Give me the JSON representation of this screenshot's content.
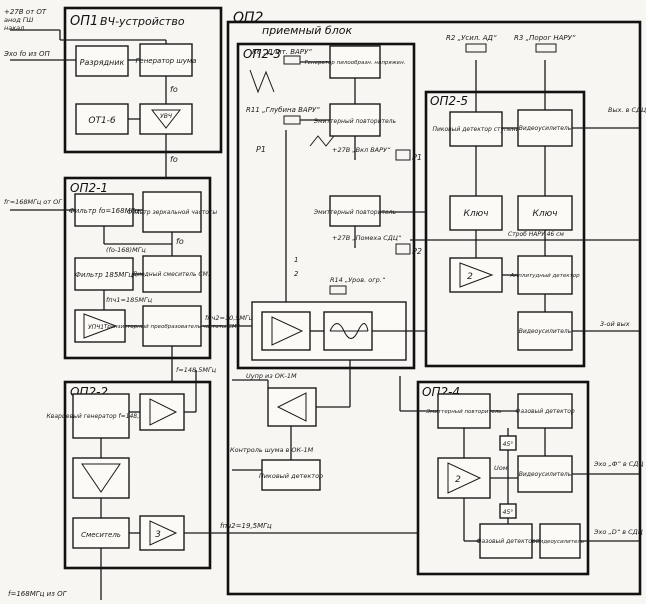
{
  "groups": {
    "op1": {
      "title": "ОП1",
      "subtitle": "ВЧ-устройство"
    },
    "op2": {
      "title": "ОП2",
      "subtitle": "приемный блок"
    },
    "op2_1": {
      "title": "ОП2-1"
    },
    "op2_2": {
      "title": "ОП2-2"
    },
    "op2_3": {
      "title": "ОП2-3"
    },
    "op2_4": {
      "title": "ОП2-4"
    },
    "op2_5": {
      "title": "ОП2-5"
    }
  },
  "blocks": {
    "razryadnik": "Разрядник",
    "gen_shuma": "Генератор шума",
    "ot1_6": "ОТ1-6",
    "uvch": "УВЧ",
    "filtr_168": "Фильтр fo=168МГц",
    "filtr_zerk": "Фильтр зеркальной частоты",
    "filtr_185": "Фильтр 185МГц",
    "diod_sm1": "Диодный смеситель СМ1",
    "upch1": "УПЧ1",
    "tranz_sm2": "Транзисторный преобразователь частоты СМ2",
    "kvarc_gen": "Кварцевый генератор f=148,5МГц",
    "smesitel": "Смеситель",
    "gen_pil": "Генератор пилообразн. напряжен.",
    "emit_povt1": "Эмиттерный повторитель",
    "emit_povt2": "Эмиттерный повторитель",
    "pik_det1": "Пиковый детектор",
    "pik_det2": "Пиковый детектор ступени",
    "video_usil1": "Видеоусилитель",
    "klyuch1": "Ключ",
    "klyuch2": "Ключ",
    "ampl_det": "Амплитудный детектор",
    "video_usil2": "Видеоусилитель",
    "emit_povt3": "Эмиттерный повторитель",
    "faz_det1": "Фазовый детектор",
    "video_usil3": "Видеоусилитель",
    "faz_det2": "Фазовый детектор",
    "video_usil4": "Видеоусилитель"
  },
  "amps": {
    "a_op22_top": "",
    "a_op22_mid": "",
    "a_op22_3": "3",
    "a_op23": "",
    "a_op25": "2",
    "a_op24": "2",
    "a_op23_bot": ""
  },
  "labels": {
    "v27_ot": "+27В от ОТ",
    "anod_gsh": "анод ГШ",
    "nakal": "накал",
    "ekho_ot_op": "Эхо fo из ОП",
    "fo_lbl1": "fo",
    "fo_lbl2": "fo",
    "fo_lbl3": "fo",
    "fg_from_og": "fг=168МГц от ОГ",
    "fo_minus": "(fo-168)МГц",
    "fpch1": "fпч1=185МГц",
    "fpch2_lbl": "fпч2=10,5МГц",
    "f1485": "f=148,5МГц",
    "upr_ok": "Uупр из ОК-1М",
    "kontr": "Контроль шума в ОК-1М",
    "fpch2_2": "fпч2=19,5МГц",
    "f168_og": "f=168МГц из ОГ",
    "r6": "R6 „Длит. ВАРУ“",
    "r11": "R11 „Глубина ВАРУ“",
    "v27_vkl": "+27В „Вкл ВАРУ“",
    "p1": "Р1",
    "p1b": "Р1",
    "p2": "Р2",
    "v27_pomeh": "+27В „Помеха СДЦ“",
    "r14": "R14 „Уров. огр.“",
    "r2": "R2 „Усил. АД“",
    "r3": "R3 „Порог НАРУ“",
    "vyh_sdc": "Вых. в СДЦ",
    "z_vyh": "3-ой вых",
    "ekho_ad": "Эхо „Ф“ в СДЦ",
    "ekho_d": "Эхо „D“ в СДЦ",
    "strob": "Строб НАРУ 46 см",
    "z1": "1",
    "z2": "2",
    "u_om": "Uом",
    "deg45": "45°",
    "deg45b": "45°"
  }
}
